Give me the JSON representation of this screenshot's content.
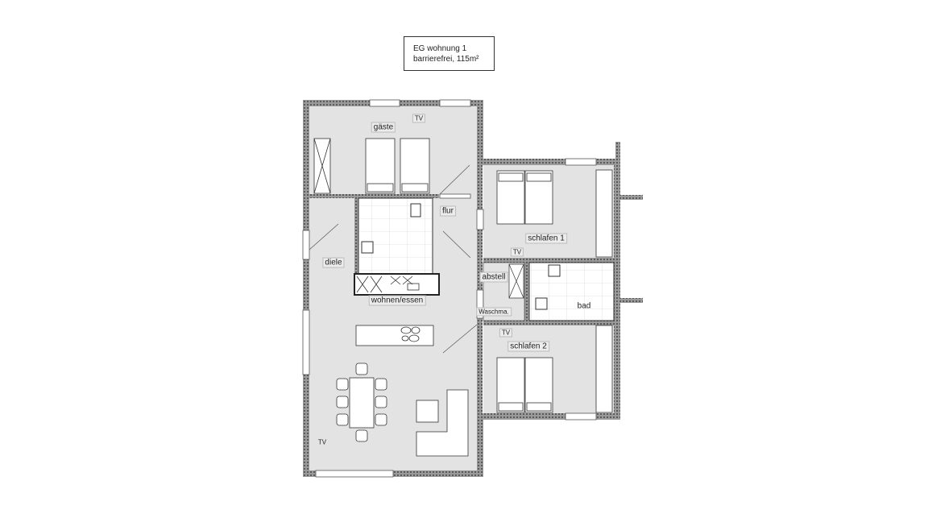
{
  "title": {
    "line1": "EG  wohnung 1",
    "line2": "barrierefrei, 115m²"
  },
  "rooms": {
    "gaeste": "gäste",
    "flur": "flur",
    "diele": "diele",
    "schlafen1": "schlafen 1",
    "abstell": "abstell",
    "waschma": "Waschma.",
    "bad": "bad",
    "wohnen_essen": "wohnen/essen",
    "schlafen2": "schlafen 2"
  },
  "tv_labels": [
    "TV",
    "TV",
    "TV",
    "TV"
  ],
  "colors": {
    "floor": "#e3e3e3",
    "wall": "#8a8a8a",
    "tile": "#ffffff",
    "line": "#333333"
  }
}
